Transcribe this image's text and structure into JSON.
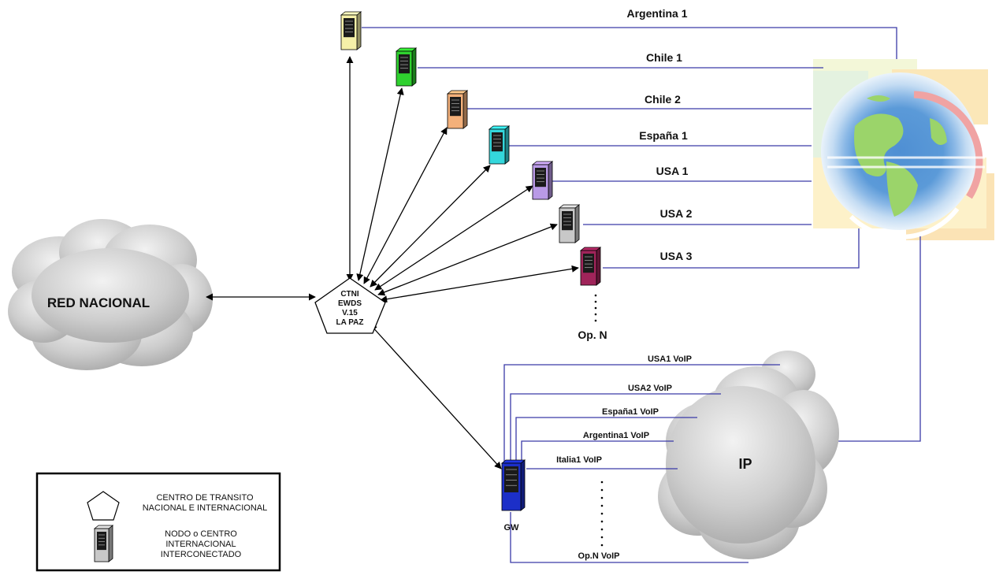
{
  "national_network": {
    "label": "RED NACIONAL"
  },
  "transit_center": {
    "lines": [
      "CTNI",
      "EWDS",
      "V.15",
      "LA PAZ"
    ]
  },
  "international_nodes": [
    {
      "label": "Argentina 1",
      "color": "#f5f0a8"
    },
    {
      "label": "Chile 1",
      "color": "#2fd12f"
    },
    {
      "label": "Chile 2",
      "color": "#f3b07a"
    },
    {
      "label": "España 1",
      "color": "#34d7dc"
    },
    {
      "label": "USA 1",
      "color": "#b99ae6"
    },
    {
      "label": "USA 2",
      "color": "#c8c8c8"
    },
    {
      "label": "USA 3",
      "color": "#a0245a"
    }
  ],
  "more_operators_label": "Op. N",
  "gateway": {
    "label": "GW",
    "color": "#1c2fc8"
  },
  "ip_cloud": {
    "label": "IP"
  },
  "voip_links": [
    {
      "label": "USA1 VoIP"
    },
    {
      "label": "USA2 VoIP"
    },
    {
      "label": "España1 VoIP"
    },
    {
      "label": "Argentina1 VoIP"
    },
    {
      "label": "Italia1 VoIP"
    },
    {
      "label": "Op.N VoIP"
    }
  ],
  "legend": {
    "transit_lines": [
      "CENTRO DE TRANSITO",
      "NACIONAL E INTERNACIONAL"
    ],
    "node_lines": [
      "NODO o CENTRO",
      "INTERNACIONAL",
      "INTERCONECTADO"
    ]
  },
  "colors": {
    "link_line": "#3a3aa8",
    "arrow": "#000000",
    "cloud": "#c8c8c8"
  }
}
